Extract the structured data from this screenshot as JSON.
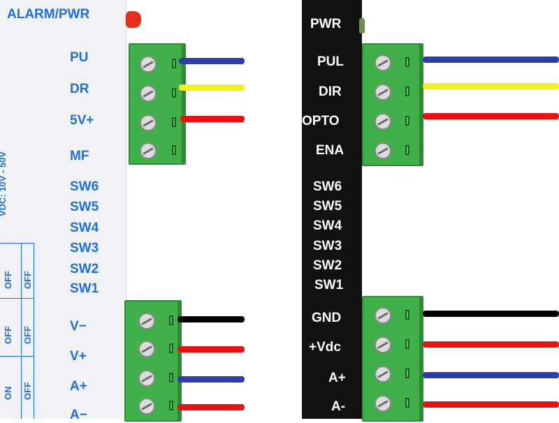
{
  "left_driver": {
    "alarm_label": "ALARM/PWR",
    "voltage_text": "VDC: 10V - 50V",
    "labels": [
      "PU",
      "DR",
      "5V+",
      "MF",
      "SW6",
      "SW5",
      "SW4",
      "SW3",
      "SW2",
      "SW1",
      "V−",
      "V+",
      "A+",
      "A−"
    ],
    "dip_table": [
      "OFF",
      "OFF",
      "OFF",
      "OFF",
      "ON",
      "OFF"
    ]
  },
  "right_driver": {
    "labels": [
      "PWR",
      "PUL",
      "DIR",
      "OPTO",
      "ENA",
      "SW6",
      "SW5",
      "SW4",
      "SW3",
      "SW2",
      "SW1",
      "GND",
      "+Vdc",
      "A+",
      "A-"
    ]
  },
  "wire_colors": {
    "blue": "#2e3bb0",
    "yellow": "#f4f01a",
    "red": "#e81212",
    "black": "#000000"
  }
}
